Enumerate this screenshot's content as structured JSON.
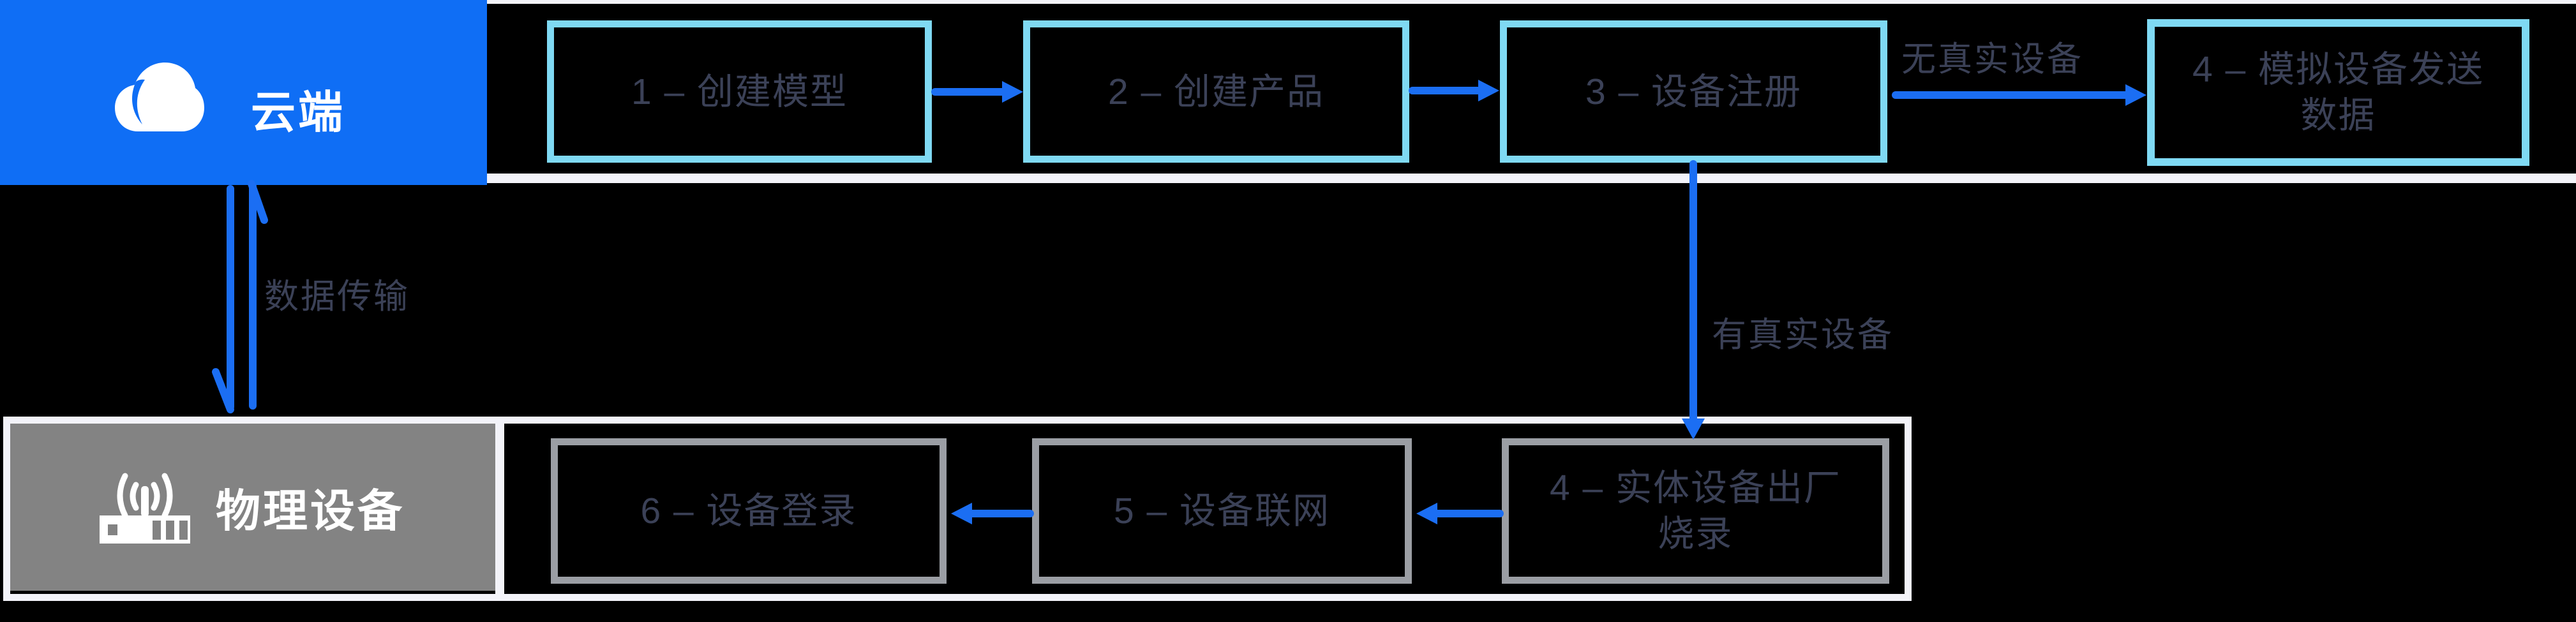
{
  "diagram": {
    "lane_cloud": {
      "title": "云端",
      "steps": [
        "1 – 创建模型",
        "2 – 创建产品",
        "3 – 设备注册"
      ],
      "simulated_step": "4 – 模拟设备发送\n数据"
    },
    "lane_device": {
      "title": "物理设备",
      "steps": [
        "6 – 设备登录",
        "5 – 设备联网",
        "4 – 实体设备出厂\n烧录"
      ]
    },
    "labels": {
      "no_real_device": "无真实设备",
      "has_real_device": "有真实设备",
      "data_transfer": "数据传输"
    },
    "icons": {
      "cloud": "cloud-icon",
      "device": "router-icon"
    },
    "colors": {
      "accent_blue": "#0f6ef5",
      "arrow_blue": "#1b6ef3",
      "step_border_cloud": "#7fd9f3",
      "step_border_device": "#9b9ea4",
      "lane_border": "#f3f3f9",
      "step_text": "#3b4157",
      "device_gray": "#838383",
      "background": "#000000",
      "title_text": "#ffffff"
    }
  }
}
